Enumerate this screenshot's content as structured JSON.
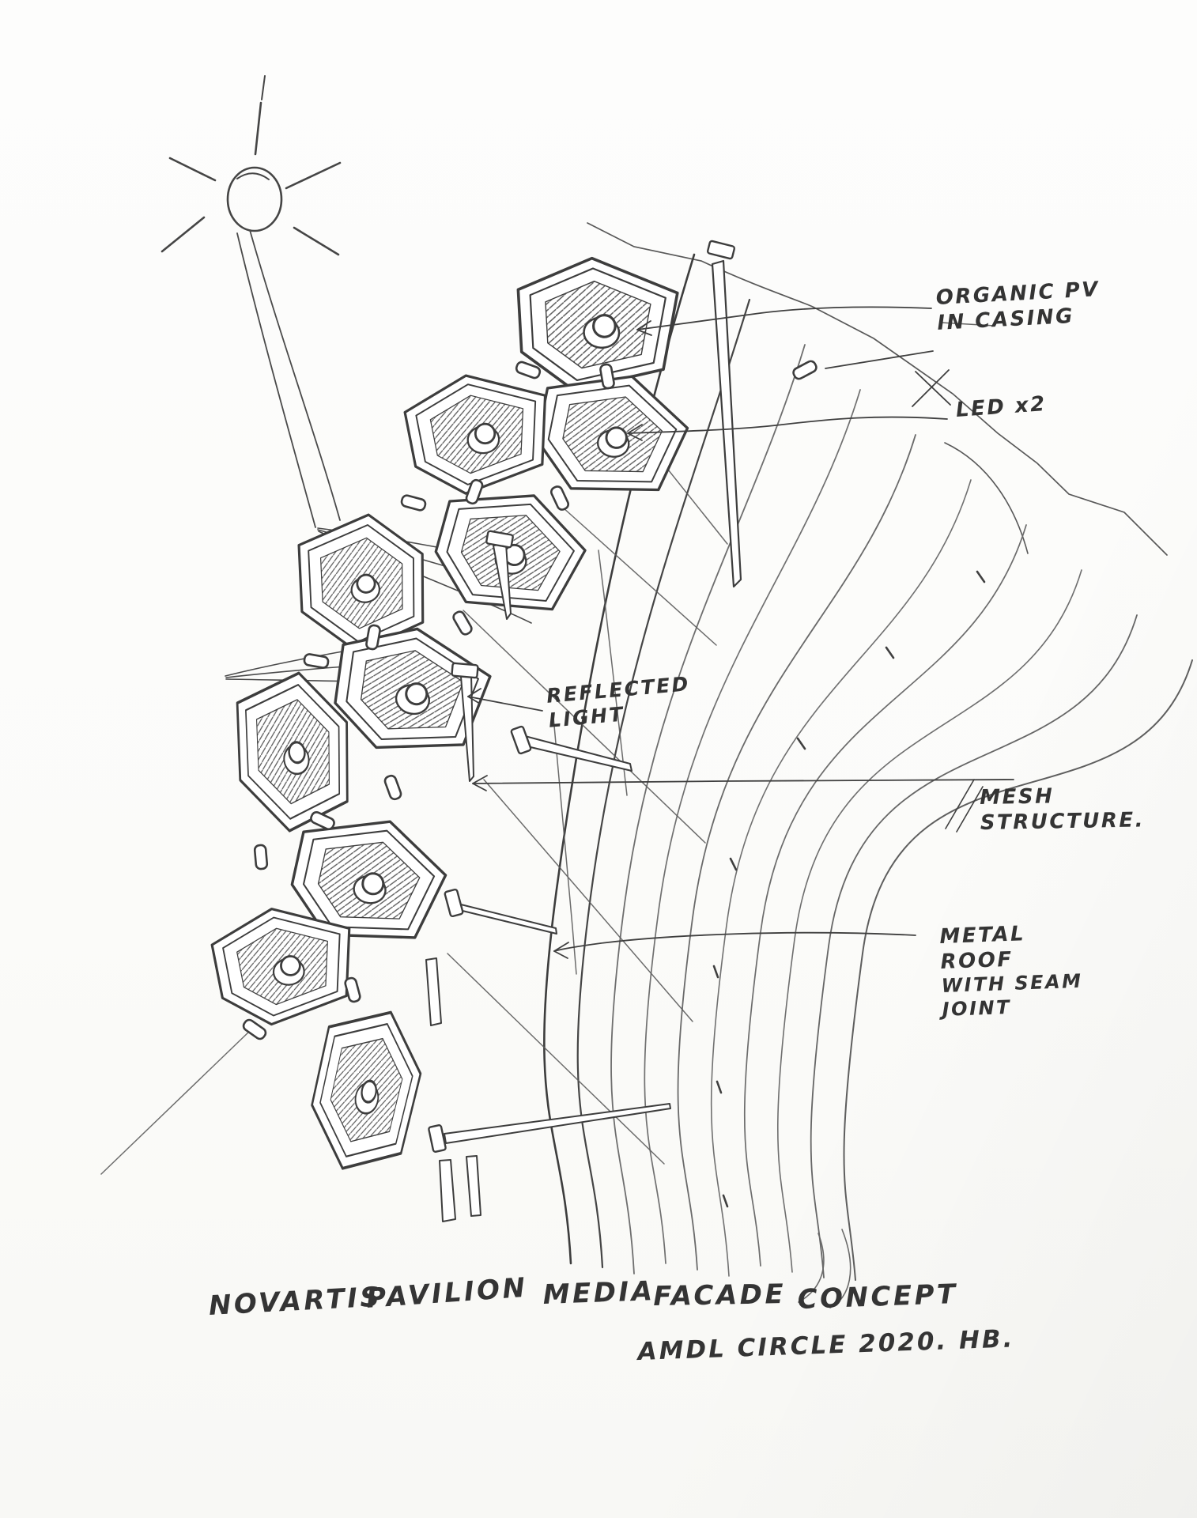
{
  "sketch": {
    "annotations": {
      "organic_pv": {
        "line1": "ORGANIC PV",
        "line2": "IN CASING"
      },
      "led": {
        "label": "LED x2"
      },
      "reflected_light": {
        "line1": "REFLECTED",
        "line2": "LIGHT"
      },
      "mesh_structure": {
        "line1": "MESH",
        "line2": "STRUCTURE."
      },
      "metal_roof": {
        "line1": "METAL",
        "line2": "ROOF",
        "line3": "WITH SEAM",
        "line4": "JOINT"
      }
    },
    "caption": {
      "word1": "NOVARTIS",
      "word2": "PAVILION",
      "word3": "MEDIA",
      "word4": "FACADE",
      "word5": "CONCEPT",
      "line2": "AMDL CIRCLE 2020. HB."
    },
    "icons": {
      "sun": "sun-icon"
    },
    "colors": {
      "paper": "#fbfbf9",
      "pencil_dark": "#3d3d3d",
      "pencil_light": "#6e6e6e"
    }
  }
}
